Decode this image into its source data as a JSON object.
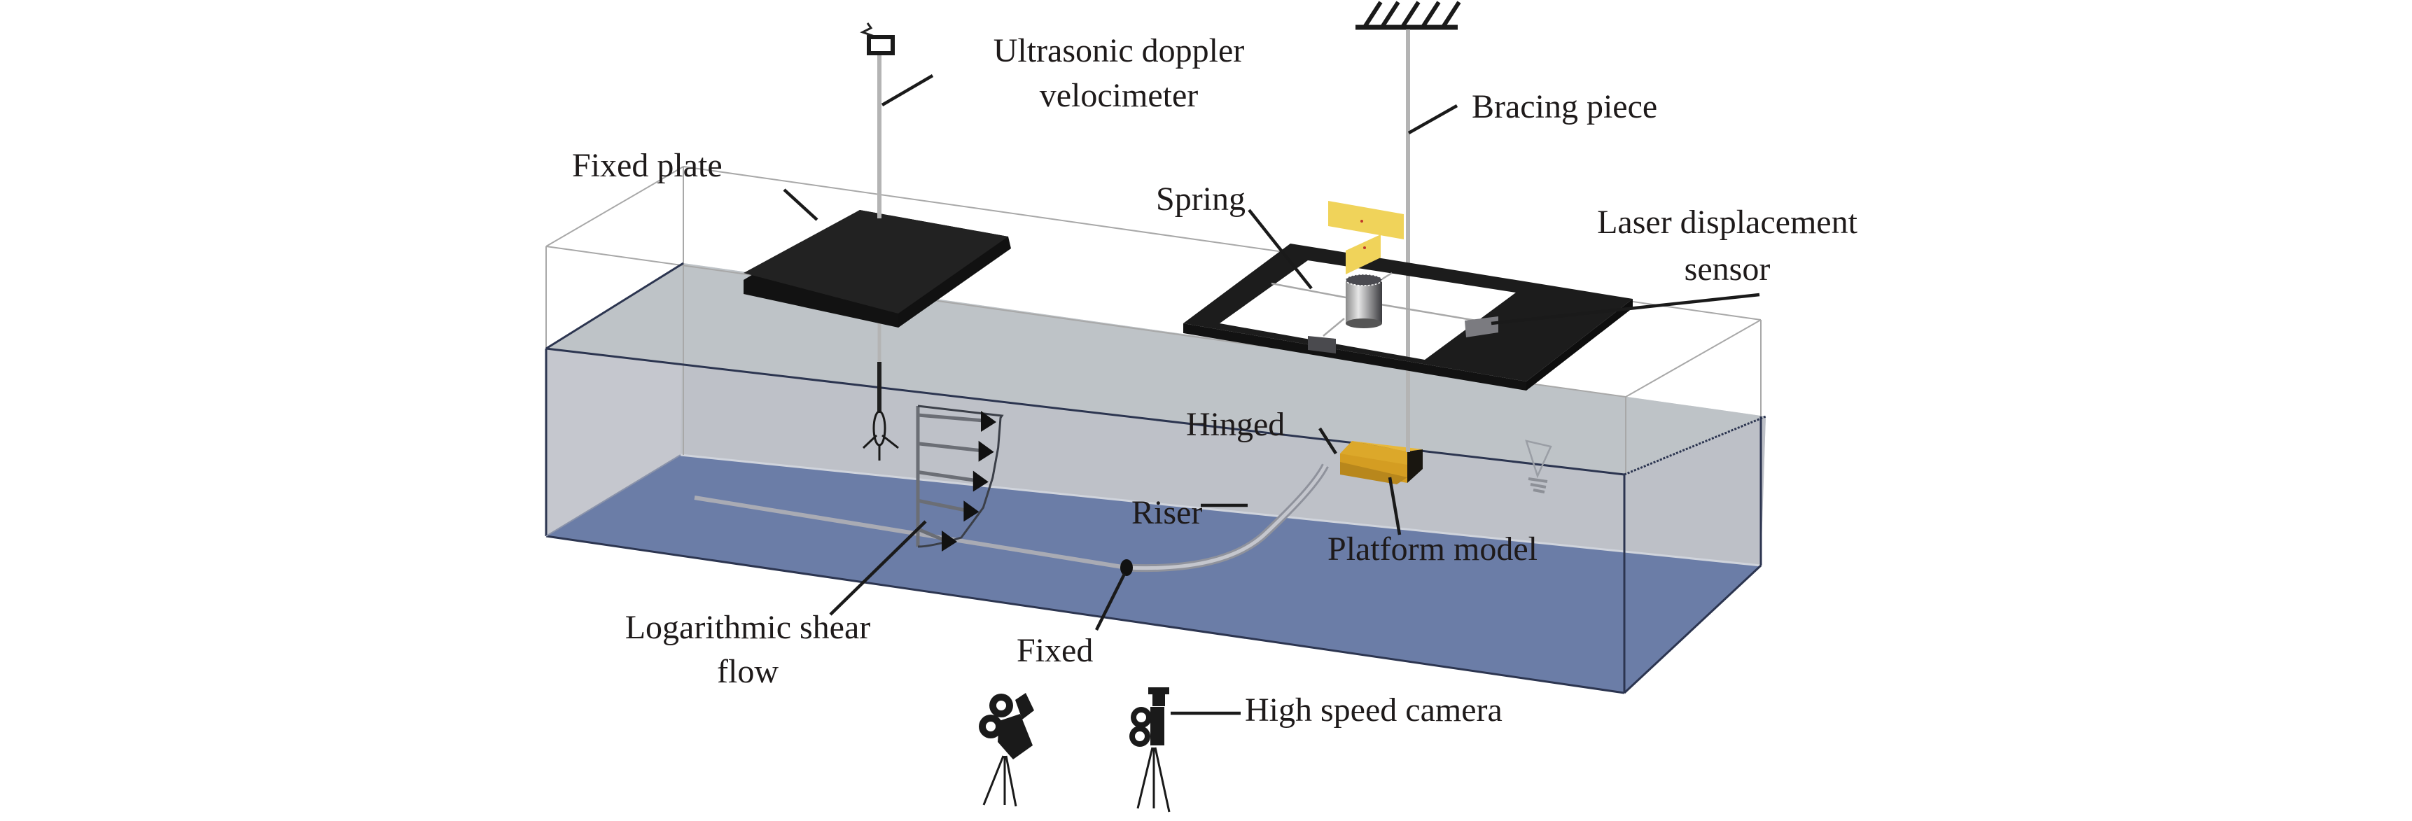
{
  "figure": {
    "title": "Experimental setup: riser model in flume with logarithmic shear flow",
    "colors": {
      "water_surface": "#bec3c7",
      "water_wall": "#b8bbc3",
      "floor": "#6478a4",
      "edge": "#2c3550",
      "fixed_plate": "#1f1f1f",
      "spring_frame": "#1c1c1c",
      "platform": "#d9a52a",
      "target_plate": "#f0d35a",
      "riser": "#a9abb4",
      "rod": "#b4b4b4",
      "label_text": "#1e1a1a"
    },
    "labels": {
      "udv_line1": "Ultrasonic doppler",
      "udv_line2": "velocimeter",
      "bracing": "Bracing piece",
      "fixed_plate": "Fixed plate",
      "spring": "Spring",
      "laser_line1": "Laser displacement",
      "laser_line2": "sensor",
      "hinged": "Hinged",
      "riser": "Riser",
      "platform": "Platform model",
      "shear_line1": "Logarithmic shear",
      "shear_line2": "flow",
      "fixed": "Fixed",
      "camera": "High speed camera"
    },
    "icons": {
      "ground_support": "ground-hatch-icon",
      "udv_probe": "udv-head-icon",
      "water_level": "water-level-icon",
      "camera": "movie-camera-on-tripod-icon"
    },
    "shear_profile": {
      "arrow_count": 5,
      "relative_lengths": [
        1.0,
        0.97,
        0.9,
        0.78,
        0.5
      ]
    }
  }
}
